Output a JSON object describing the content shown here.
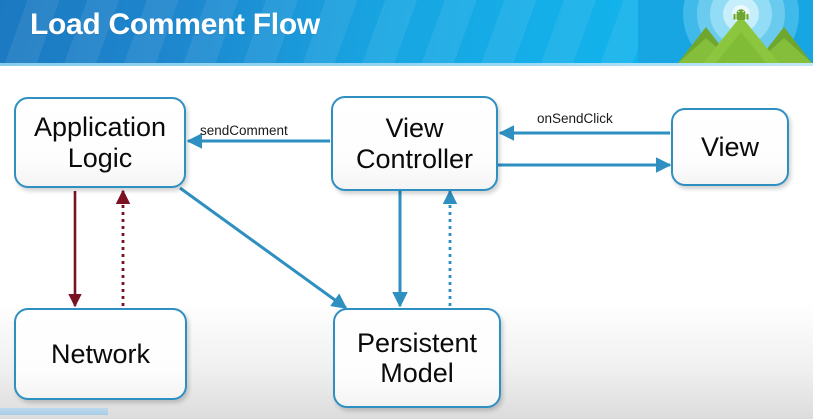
{
  "header": {
    "title": "Load Comment Flow",
    "background_color": "#18a6e2",
    "title_color": "#ffffff",
    "logo": {
      "name": "android-mountains-logo",
      "mountain_color": "#8cc63f",
      "mountain_dark_color": "#6fa72e",
      "halo_color": "#b9e4f7"
    }
  },
  "diagram": {
    "type": "flow-diagram",
    "node_border_color": "#2e8fc0",
    "arrow_color": "#2e8fc0",
    "alt_arrow_color": "#7b1224",
    "nodes": [
      {
        "id": "application-logic",
        "label_line1": "Application",
        "label_line2": "Logic"
      },
      {
        "id": "view-controller",
        "label_line1": "View",
        "label_line2": "Controller"
      },
      {
        "id": "view",
        "label_line1": "View",
        "label_line2": ""
      },
      {
        "id": "network",
        "label_line1": "Network",
        "label_line2": ""
      },
      {
        "id": "persistent-model",
        "label_line1": "Persistent",
        "label_line2": "Model"
      }
    ],
    "edges": [
      {
        "id": "view-to-view-controller",
        "label": "onSendClick",
        "from": "view",
        "to": "view-controller",
        "style": "solid",
        "color": "#2e8fc0"
      },
      {
        "id": "view-controller-to-view",
        "label": "",
        "from": "view-controller",
        "to": "view",
        "style": "solid",
        "color": "#2e8fc0"
      },
      {
        "id": "view-controller-to-application-logic",
        "label": "sendComment",
        "from": "view-controller",
        "to": "application-logic",
        "style": "solid",
        "color": "#2e8fc0"
      },
      {
        "id": "application-logic-to-network",
        "label": "",
        "from": "application-logic",
        "to": "network",
        "style": "solid",
        "color": "#7b1224"
      },
      {
        "id": "network-to-application-logic",
        "label": "",
        "from": "network",
        "to": "application-logic",
        "style": "dotted",
        "color": "#7b1224"
      },
      {
        "id": "application-logic-to-persistent-model",
        "label": "",
        "from": "application-logic",
        "to": "persistent-model",
        "style": "solid",
        "color": "#2e8fc0"
      },
      {
        "id": "view-controller-to-persistent-model",
        "label": "",
        "from": "view-controller",
        "to": "persistent-model",
        "style": "solid",
        "color": "#2e8fc0"
      },
      {
        "id": "persistent-model-to-view-controller",
        "label": "",
        "from": "persistent-model",
        "to": "view-controller",
        "style": "dotted",
        "color": "#2e8fc0"
      }
    ]
  }
}
